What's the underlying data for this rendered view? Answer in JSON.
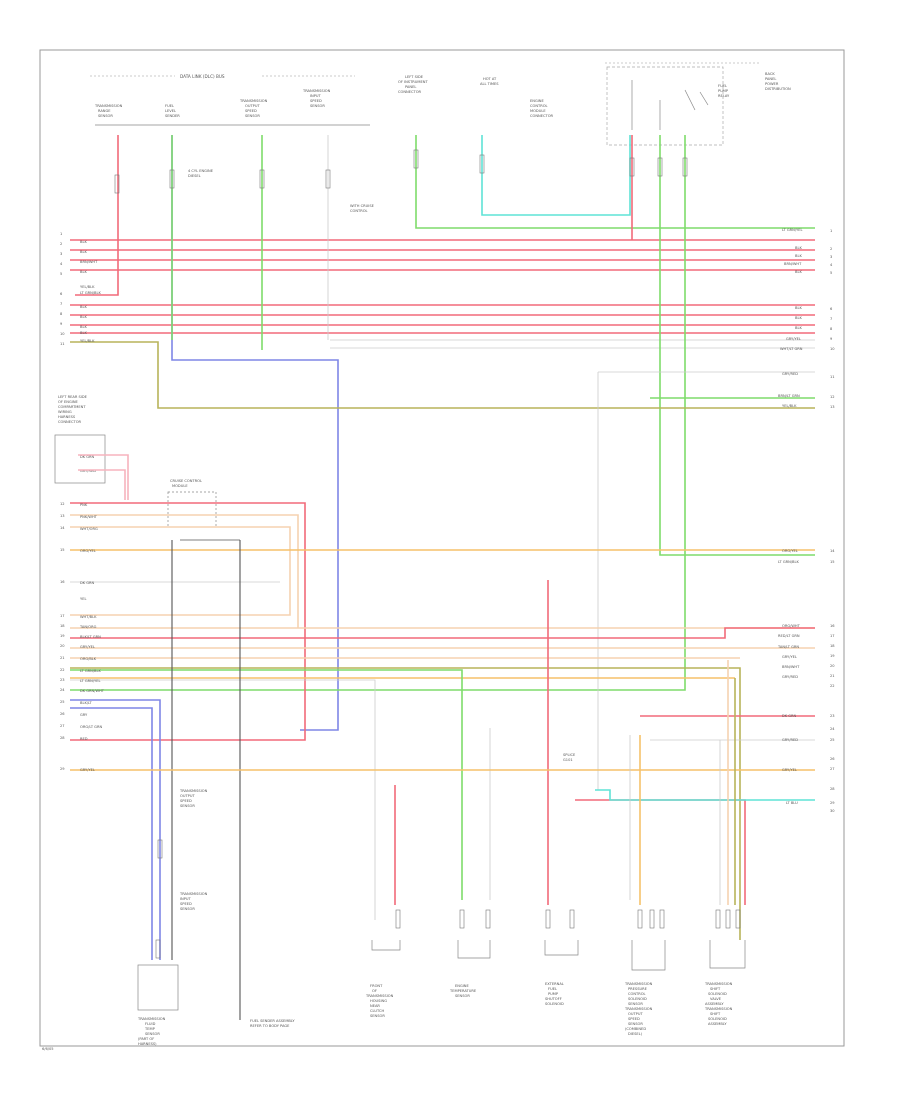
{
  "header": {
    "bus_label": "DATA LINK (DLC) BUS"
  },
  "components": [
    {
      "id": "c1",
      "lines": [
        "TRANSMISSION",
        "RANGE",
        "SENSOR"
      ]
    },
    {
      "id": "c2",
      "lines": [
        "FUEL",
        "LEVEL",
        "SENDER"
      ]
    },
    {
      "id": "c3",
      "lines": [
        "TRANSMISSION",
        "OUTPUT",
        "SPEED",
        "SENSOR"
      ]
    },
    {
      "id": "c4",
      "lines": [
        "TRANSMISSION",
        "INPUT",
        "SPEED",
        "SENSOR"
      ]
    },
    {
      "id": "c5",
      "lines": [
        "LEFT SIDE",
        "OF INSTRUMENT",
        "PANEL",
        "CONNECTOR"
      ]
    },
    {
      "id": "c6",
      "lines": [
        "HOT AT",
        "ALL TIMES"
      ]
    },
    {
      "id": "c7",
      "lines": [
        "ENGINE",
        "CONTROL",
        "MODULE",
        "CONNECTOR"
      ]
    },
    {
      "id": "c8",
      "lines": [
        "FUEL",
        "PUMP",
        "RELAY"
      ]
    },
    {
      "id": "c9",
      "lines": [
        "BACK",
        "PANEL",
        "POWER",
        "DISTRIBUTION"
      ]
    }
  ],
  "notes": {
    "n1": [
      "4 CYL ENGINE",
      "DIESEL"
    ],
    "n2": [
      "WITH CRUISE",
      "CONTROL"
    ],
    "n3": [
      "LEFT REAR SIDE",
      "OF ENGINE",
      "COMPARTMENT",
      "WIRING",
      "HARNESS",
      "CONNECTOR"
    ],
    "n4": [
      "CRUISE CONTROL",
      "MODULE"
    ],
    "n5": [
      "SPLICE",
      "G101"
    ],
    "n6": [
      "FUEL SENDER ASSEMBLY",
      "REFER TO BODY PAGE"
    ]
  },
  "left_wires": {
    "group_a": [
      "BLK",
      "BLK",
      "BRN/WHT",
      "BLK"
    ],
    "group_a_extra": [
      "YEL/BLK",
      "LT GRN/BLK"
    ],
    "group_b": [
      "BLK",
      "BLK",
      "BLK",
      "BLK",
      "YEL/BLK"
    ],
    "connector": [
      "DK GRN",
      "GRY/RED"
    ],
    "group_c": [
      "PNK",
      "PNK/WHT",
      "WHT/ORG"
    ],
    "mid": [
      "ORG/YEL",
      "DK GRN",
      "YEL"
    ],
    "group_d": [
      "WHT/BLK",
      "TAN/ORG",
      "BLK/LT GRN",
      "GRY/YEL",
      "ORG/BLK",
      "LT GRN/BLK",
      "LT GRN/YEL",
      "DK GRN/WHT",
      "BLK/LT",
      "GRY",
      "ORG/LT GRN",
      "RED"
    ],
    "bottom": [
      "GRY/YEL"
    ]
  },
  "right_wires": {
    "top": [
      "LT GRN/YEL"
    ],
    "group_a": [
      "BLK",
      "BLK",
      "BRN/WHT",
      "BLK"
    ],
    "group_b": [
      "BLK",
      "BLK",
      "BLK",
      "GRY/YEL",
      "WHT/LT GRN"
    ],
    "mid": [
      "GRY/RED",
      "BRN/LT GRN",
      "YEL/BLK"
    ],
    "org": [
      "ORG/YEL",
      "LT GRN/BLK"
    ],
    "group_c": [
      "ORG/WHT",
      "RED/LT GRN",
      "TAN/LT GRN",
      "GRY/YEL",
      "BRN/WHT",
      "GRY/RED"
    ],
    "group_d": [
      "DK GRN",
      "GRY/RED"
    ],
    "bottom": [
      "GRY/YEL",
      "LT BLU"
    ]
  },
  "pin_numbers": {
    "left": [
      "1",
      "2",
      "3",
      "4",
      "5",
      "6",
      "7",
      "8",
      "9",
      "10",
      "11",
      "12",
      "13",
      "14",
      "15",
      "16",
      "17",
      "18",
      "19",
      "20",
      "21",
      "22",
      "23",
      "24",
      "25",
      "26",
      "27",
      "28",
      "29"
    ],
    "right": [
      "1",
      "2",
      "3",
      "4",
      "5",
      "6",
      "7",
      "8",
      "9",
      "10",
      "11",
      "12",
      "13",
      "14",
      "15",
      "16",
      "17",
      "18",
      "19",
      "20",
      "21",
      "22",
      "23",
      "24",
      "25",
      "26",
      "27",
      "28",
      "29",
      "30"
    ]
  },
  "bottom_components": [
    {
      "id": "b1",
      "lines": [
        "FRONT",
        "OF",
        "TRANSMISSION",
        "HOUSING",
        "NEAR",
        "CLUTCH",
        "SENSOR"
      ]
    },
    {
      "id": "b2",
      "lines": [
        "ENGINE",
        "TEMPERATURE",
        "SENSOR"
      ]
    },
    {
      "id": "b3",
      "lines": [
        "EXTERNAL",
        "FUEL",
        "PUMP",
        "SHUTOFF",
        "SOLENOID"
      ]
    },
    {
      "id": "b4",
      "lines": [
        "TRANSMISSION",
        "PRESSURE",
        "CONTROL",
        "SOLENOID",
        "SENSOR"
      ]
    },
    {
      "id": "b5",
      "lines": [
        "TRANSMISSION",
        "SHIFT",
        "SOLENOID",
        "VALVE",
        "ASSEMBLY"
      ]
    },
    {
      "id": "b6",
      "lines": [
        "TRANSMISSION",
        "OUTPUT",
        "SPEED",
        "SENSOR",
        "(COMBINED",
        "DIESEL)"
      ]
    },
    {
      "id": "b7",
      "lines": [
        "TRANSMISSION",
        "SHIFT",
        "SOLENOID",
        "ASSEMBLY"
      ]
    }
  ],
  "left_sensors": {
    "s1": [
      "TRANSMISSION",
      "OUTPUT",
      "SPEED",
      "SENSOR"
    ],
    "s2": [
      "TRANSMISSION",
      "INPUT",
      "SPEED",
      "SENSOR"
    ],
    "s3": [
      "TRANSMISSION",
      "FLUID",
      "TEMP",
      "SENSOR",
      "(PART OF",
      "HARNESS)"
    ]
  },
  "footer": {
    "code": "6/6/05"
  },
  "colors": {
    "red": "#f26a7a",
    "pink": "#f7b3bd",
    "green": "#7fdc6b",
    "olive": "#b8b45a",
    "blue": "#7f86e6",
    "cyan": "#5fe3d6",
    "orange": "#f5c16a",
    "peach": "#f5d2b0",
    "gray": "#9a9a9a",
    "darkgray": "#555555"
  }
}
